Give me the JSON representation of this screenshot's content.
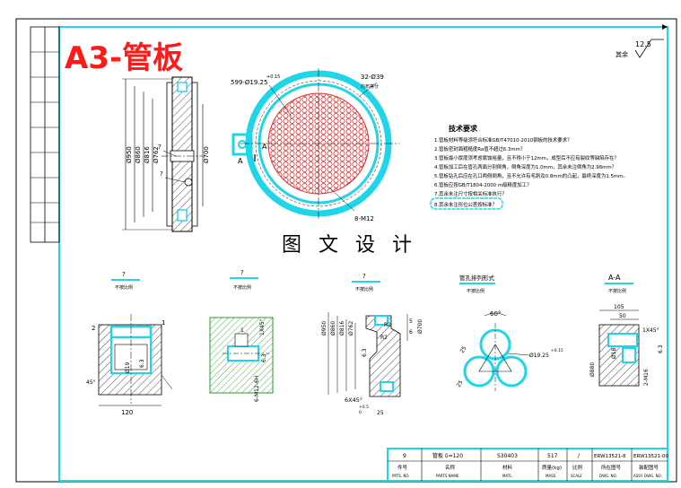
{
  "title_stamp": "A3-管板",
  "watermark": "图 文 设 计",
  "roughness": {
    "value": "12.5",
    "label": "其余"
  },
  "main_view": {
    "dims": [
      "Ø950",
      "Ø860",
      "Ø816",
      "Ø762",
      "Ø700"
    ],
    "marks": [
      "?",
      "?"
    ]
  },
  "plan_view": {
    "holes_label": "599-Ø19.25",
    "holes_tol": "+0.15",
    "bolt_label": "32-Ø39",
    "bolt_sub": "均布等分",
    "thread_label": "8-M12",
    "section_mark": "A"
  },
  "tech_req": {
    "title": "技术要求",
    "items": [
      "1.管板材料等级须符合标准GB/T47010-2010钢板的技术要求？",
      "2.管板密封面粗糙度Ra值不超过6.3mm？",
      "3.管板最小厚度须考虑腐蚀裕量，且不得小于12mm，成型后不应有裂纹等缺陷存在？",
      "4.管板加工后在管孔两面分别倒角，倒角深度为1.0mm，其余未注倒角为2.98mm？",
      "5.管板钻孔后应在孔口两侧倒角，且不允许有毛刺及0.8mm的凸起，最终深度为1.5mm。",
      "6.管板应按GB/T1804-2000 m级精度加工？",
      "7.其余未注尺寸按相关标准执行？",
      "8.其余未注形位公差按标准？"
    ]
  },
  "details": {
    "d1": {
      "mark": "?",
      "scale": "不按比例",
      "dims": [
        "2",
        "1",
        "Ø19",
        "6.3",
        "45°",
        "120"
      ]
    },
    "d2": {
      "mark": "?",
      "scale": "不按比例",
      "dims": [
        "1",
        "1X45°",
        "6.3",
        "6-M12-6H"
      ]
    },
    "d3": {
      "mark": "?",
      "scale": "不按比例",
      "dims": [
        "Ø950",
        "Ø860",
        "Ø816",
        "Ø762",
        "Ø700",
        "R2",
        "R2",
        "5",
        "6",
        "6.3",
        "6X45°",
        "+0.5",
        "0",
        "25"
      ]
    },
    "d4": {
      "title": "管孔排列形式",
      "scale": "不按比例",
      "dims": [
        "60°",
        "25",
        "Ø19.25",
        "+0.15",
        "25"
      ]
    },
    "d5": {
      "title": "A-A",
      "scale": "不按比例",
      "dims": [
        "105",
        "50",
        "1X45°",
        "Ø18",
        "6.3",
        "Ø880",
        "2-M16"
      ]
    }
  },
  "bom": {
    "row": [
      "9",
      "管板 δ=120",
      "S30403",
      "517",
      "/",
      "ERW13521-8",
      "ERW13521-00"
    ],
    "header": [
      "件号",
      "名称",
      "材料",
      "质量(kg)",
      "比例",
      "所在图号",
      "装配图号"
    ],
    "header_en": [
      "PRTS. NO.",
      "PARTS NAME",
      "MATL.",
      "MASS",
      "SCALE",
      "DWG. NO.",
      "ASSY. DWG. NO."
    ]
  },
  "colors": {
    "cyan": "#1fd6e8",
    "red": "#e03030",
    "stamp": "#ff1a1a",
    "hatch": "#2a9a2a"
  }
}
